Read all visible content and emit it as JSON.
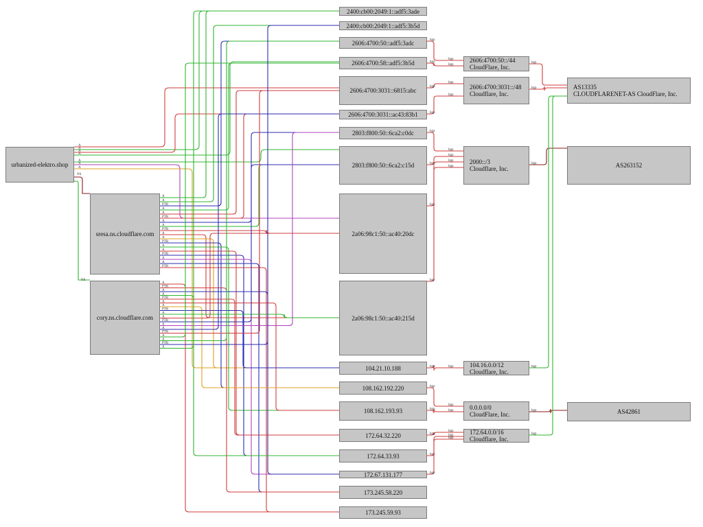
{
  "nodes": {
    "domain": "urbanized-elektro.shop",
    "ns1": "sresa.ns.cloudflare.com",
    "ns2": "cory.ns.cloudflare.com",
    "v6_1": "2400:cb00:2049:1::adf5:3ade",
    "v6_2": "2400:cb00:2049:1::adf5:3b5d",
    "v6_3": "2606:4700:50::adf5:3adc",
    "v6_4": "2606:4700:58::adf5:3b5d",
    "v6_5": "2606:4700:3031::6815:abc",
    "v6_6": "2606:4700:3031::ac43:83b1",
    "v6_7": "2803:f800:50::6ca2:c0dc",
    "v6_8": "2803:f800:50::6ca2:c15d",
    "v6_9": "2a06:98c1:50::ac40:20dc",
    "v6_10": "2a06:98c1:50::ac40:215d",
    "v4_1": "104.21.10.188",
    "v4_2": "108.162.192.220",
    "v4_3": "108.162.193.93",
    "v4_4": "172.64.32.220",
    "v4_5": "172.64.33.93",
    "v4_6": "172.67.131.177",
    "v4_7": "173.245.58.220",
    "v4_8": "173.245.59.93",
    "pfx1_a": "2606:4700:50::/44",
    "pfx1_b": "CloudFlare, Inc.",
    "pfx2_a": "2606:4700:3031::/48",
    "pfx2_b": "Cloudflare, Inc.",
    "pfx3_a": "2000::/3",
    "pfx3_b": "Cloudflare, Inc.",
    "pfx4_a": "104.16.0.0/12",
    "pfx4_b": "Cloudflare, Inc.",
    "pfx5_a": "0.0.0.0/0",
    "pfx5_b": "CloudFlare, Inc.",
    "pfx6_a": "172.64.0.0/16",
    "pfx6_b": "Cloudflare, Inc.",
    "as1_a": "AS13335",
    "as1_b": "CLOUDFLARENET-AS CloudFlare, Inc.",
    "as2": "AS263152",
    "as3": "AS42861"
  },
  "edge_labels": {
    "a": "A",
    "aaaa": "A",
    "ptr": "PTR",
    "ns": "NS",
    "bgp": "bgp"
  },
  "colors": {
    "red": "#d23b3b",
    "green": "#2fb52f",
    "blue": "#2b2bb0",
    "purple": "#b040c0",
    "orange": "#e0a020",
    "darkred": "#8b1a1a",
    "node_fill": "#c6c6c6",
    "node_border": "#7a7a7a"
  }
}
